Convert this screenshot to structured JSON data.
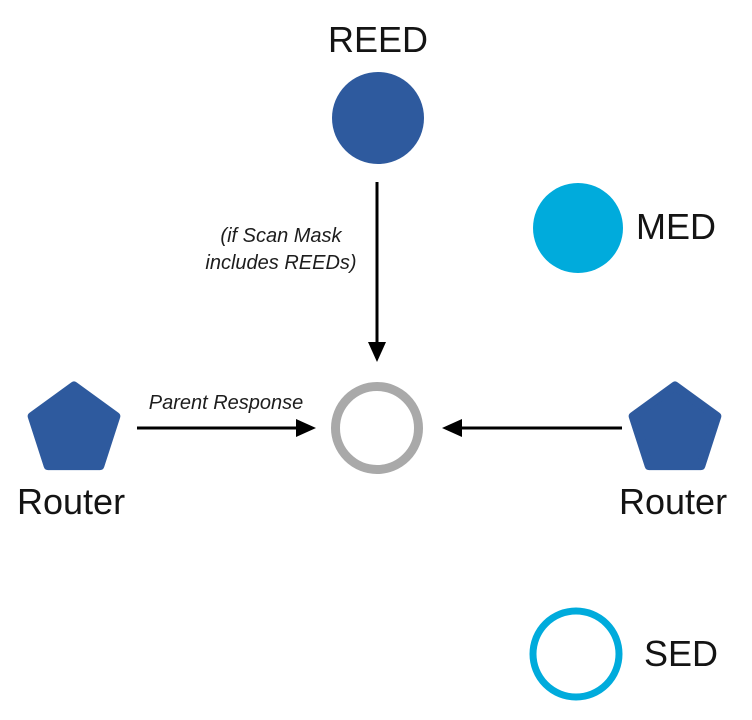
{
  "diagram": {
    "nodes": {
      "reed": {
        "label": "REED"
      },
      "med": {
        "label": "MED"
      },
      "sed": {
        "label": "SED"
      },
      "router_left": {
        "label": "Router"
      },
      "router_right": {
        "label": "Router"
      },
      "center": {
        "label": ""
      }
    },
    "annotations": {
      "scan_mask_line1": "(if Scan Mask",
      "scan_mask_line2": "includes REEDs)",
      "parent_response": "Parent Response"
    },
    "colors": {
      "node_blue": "#2E5A9E",
      "node_cyan": "#00ABDC",
      "center_gray": "#A9A9A9",
      "arrow_black": "#000000",
      "white": "#FFFFFF"
    }
  }
}
